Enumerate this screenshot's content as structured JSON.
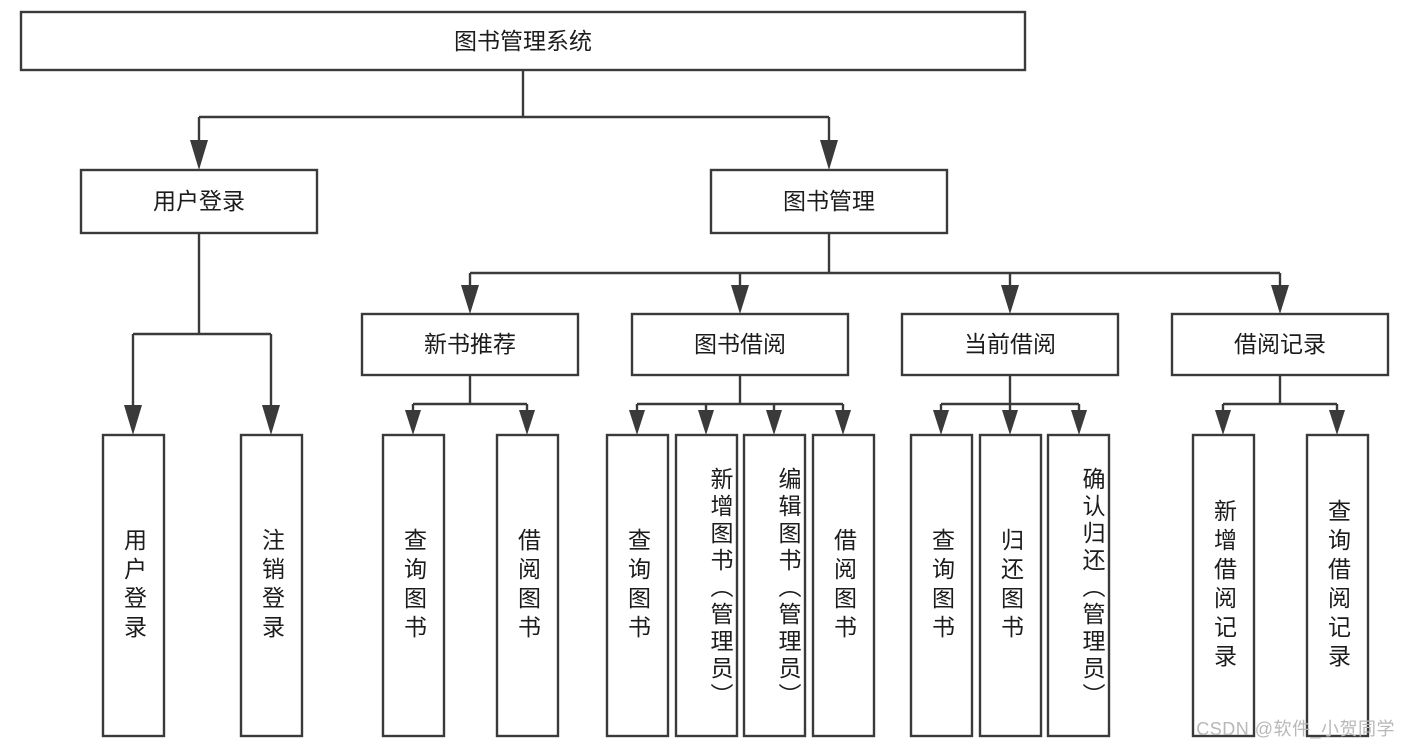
{
  "diagram": {
    "type": "hierarchy-tree",
    "title": "图书管理系统",
    "root": {
      "id": "root",
      "label": "图书管理系统"
    },
    "level2": [
      {
        "id": "user-login",
        "label": "用户登录"
      },
      {
        "id": "book-manage",
        "label": "图书管理"
      }
    ],
    "level3": [
      {
        "id": "new-book-rec",
        "label": "新书推荐",
        "parent": "book-manage"
      },
      {
        "id": "book-borrow",
        "label": "图书借阅",
        "parent": "book-manage"
      },
      {
        "id": "current-borrow",
        "label": "当前借阅",
        "parent": "book-manage"
      },
      {
        "id": "borrow-record",
        "label": "借阅记录",
        "parent": "book-manage"
      }
    ],
    "leaves": [
      {
        "id": "leaf-user-login",
        "label": "用户登录",
        "parent": "user-login"
      },
      {
        "id": "leaf-logout-login",
        "label": "注销登录",
        "parent": "user-login"
      },
      {
        "id": "leaf-query-book-1",
        "label": "查询图书",
        "parent": "new-book-rec"
      },
      {
        "id": "leaf-borrow-book-1",
        "label": "借阅图书",
        "parent": "new-book-rec"
      },
      {
        "id": "leaf-query-book-2",
        "label": "查询图书",
        "parent": "book-borrow"
      },
      {
        "id": "leaf-add-book",
        "label": "新增图书（管理员）",
        "parent": "book-borrow"
      },
      {
        "id": "leaf-edit-book",
        "label": "编辑图书（管理员）",
        "parent": "book-borrow"
      },
      {
        "id": "leaf-borrow-book-2",
        "label": "借阅图书",
        "parent": "book-borrow"
      },
      {
        "id": "leaf-query-book-3",
        "label": "查询图书",
        "parent": "current-borrow"
      },
      {
        "id": "leaf-return-book",
        "label": "归还图书",
        "parent": "current-borrow"
      },
      {
        "id": "leaf-confirm-return",
        "label": "确认归还（管理员）",
        "parent": "current-borrow"
      },
      {
        "id": "leaf-add-record",
        "label": "新增借阅记录",
        "parent": "borrow-record"
      },
      {
        "id": "leaf-query-record",
        "label": "查询借阅记录",
        "parent": "borrow-record"
      }
    ]
  },
  "watermark": {
    "text": "CSDN @软件_小贺同学"
  },
  "colors": {
    "stroke": "#3a3a3a",
    "box_fill": "#ffffff",
    "text": "#1c1c1c",
    "background": "#ffffff",
    "watermark": "#b8b8b8"
  }
}
